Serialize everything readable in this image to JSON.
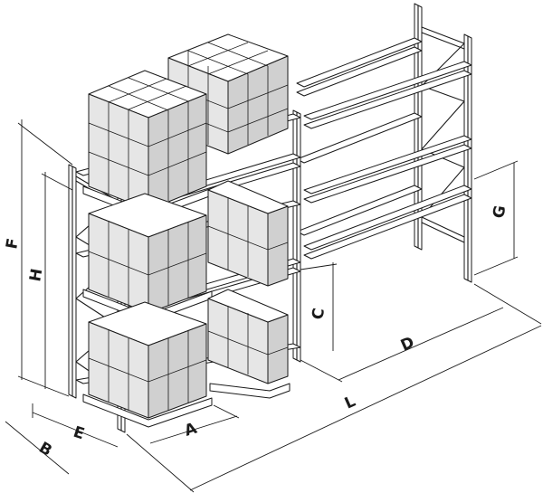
{
  "dimension_labels": {
    "F": "F",
    "H": "H",
    "E": "E",
    "B": "B",
    "A": "A",
    "L": "L",
    "C": "C",
    "D": "D",
    "G": "G"
  }
}
